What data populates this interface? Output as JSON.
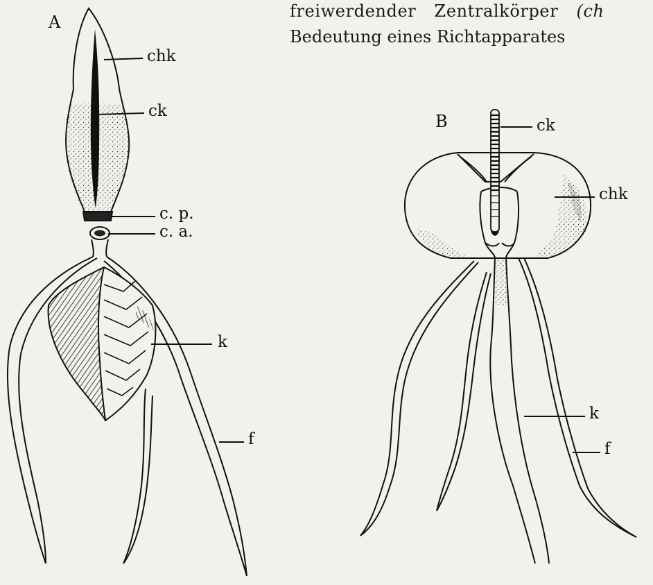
{
  "caption": {
    "line1_text": "freiwerdender Zentralkörper",
    "line1_paren": "(ch",
    "line2": "Bedeutung eines Richtapparates"
  },
  "figure_a": {
    "letter": "A",
    "labels": {
      "chk": "chk",
      "ck": "ck",
      "cp": "c. p.",
      "ca": "c. a.",
      "k": "k",
      "f": "f"
    }
  },
  "figure_b": {
    "letter": "B",
    "labels": {
      "ck": "ck",
      "chk": "chk",
      "k": "k",
      "f": "f"
    }
  },
  "colors": {
    "ink": "#111111",
    "paper": "#f3f1ec"
  }
}
